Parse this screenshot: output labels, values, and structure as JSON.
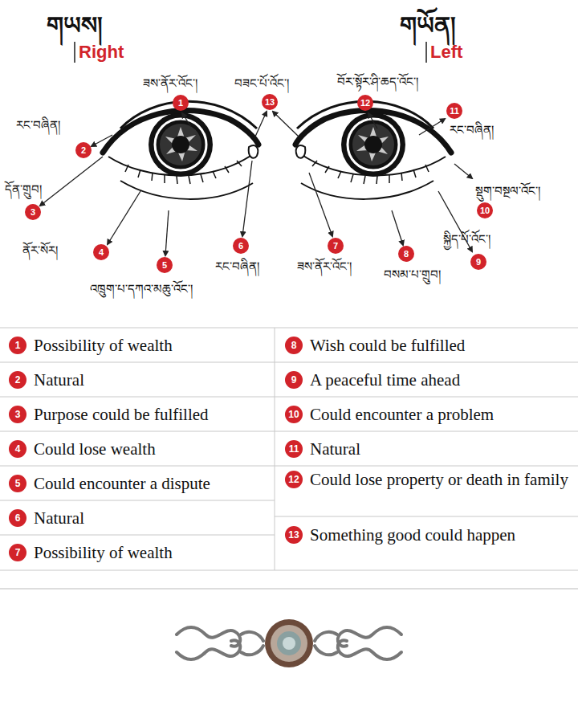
{
  "diagram": {
    "labels": [
      "གཡས།",
      "Right",
      "གཡོན།",
      "Left",
      "ཟས་ནོར་འོང་།",
      "1",
      "བཟང་པོ་འོང་།",
      "13",
      "བོར་སྟོར་ཤི་ཆད་འོང་།",
      "12",
      "11",
      "རང་བཞིན།",
      "རང་བཞིན།",
      "2",
      "དོན་གྲུབ།",
      "3",
      "སྡུག་བསྔལ་འོང་།",
      "10",
      "ནོར་སོར།",
      "4",
      "9",
      "སྐྱིད་པོ་འོང་།",
      "5",
      "འཁྲུག་པ་དཀའ་མཆུ་འོང་།",
      "6",
      "རང་བཞིན།",
      "7",
      "ཟས་ནོར་འོང་།",
      "8",
      "བསམ་པ་གྲུབ།",
      "1",
      "Possibility of wealth",
      "8",
      "Wish could be fulfilled",
      "2",
      "Natural",
      "9",
      "A peaceful time ahead",
      "3",
      "Purpose could be fulfilled",
      "10",
      "Could encounter a problem",
      "4",
      "Could lose wealth",
      "11",
      "Natural",
      "5",
      "Could encounter a dispute",
      "12",
      "Could lose property or death in family",
      "6",
      "Natural",
      "13",
      "Something good could happen",
      "7",
      "Possibility of wealth"
    ]
  }
}
